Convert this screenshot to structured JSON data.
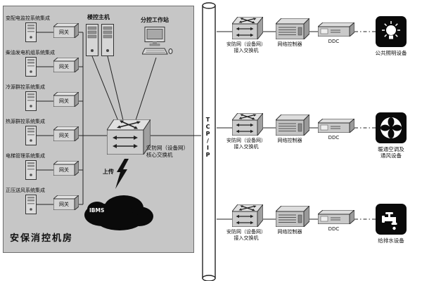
{
  "left_panel": {
    "title": "安保消控机房",
    "host_label": "楼控主机",
    "workstation_label": "分控工作站",
    "core_switch_label_line1": "安防网（设备网）",
    "core_switch_label_line2": "核心交换机",
    "upload_label": "上传",
    "cloud_label": "IBMS",
    "systems": [
      {
        "label": "变配电监控系统集成",
        "gateway_label": "网关"
      },
      {
        "label": "柴油发电机组系统集成",
        "gateway_label": "网关"
      },
      {
        "label": "冷源群控系统集成",
        "gateway_label": "网关"
      },
      {
        "label": "热源群控系统集成",
        "gateway_label": "网关"
      },
      {
        "label": "电梯管理系统集成",
        "gateway_label": "网关"
      },
      {
        "label": "正压送风系统集成",
        "gateway_label": "网关"
      }
    ]
  },
  "backbone": {
    "label": "TCP/IP"
  },
  "branches": [
    {
      "access_switch_label_line1": "安防网（设备网）",
      "access_switch_label_line2": "接入交换机",
      "controller_label": "网络控制器",
      "ddc_label": "DDC",
      "device_label_line1": "公共照明设备",
      "device_label_line2": "",
      "device_icon": "light-bulb-icon"
    },
    {
      "access_switch_label_line1": "安防网（设备网）",
      "access_switch_label_line2": "接入交换机",
      "controller_label": "网络控制器",
      "ddc_label": "DDC",
      "device_label_line1": "暖通空调及",
      "device_label_line2": "通风设备",
      "device_icon": "fan-icon"
    },
    {
      "access_switch_label_line1": "安防网（设备网）",
      "access_switch_label_line2": "接入交换机",
      "controller_label": "网络控制器",
      "ddc_label": "DDC",
      "device_label_line1": "给排水设备",
      "device_label_line2": "",
      "device_icon": "faucet-icon"
    }
  ]
}
